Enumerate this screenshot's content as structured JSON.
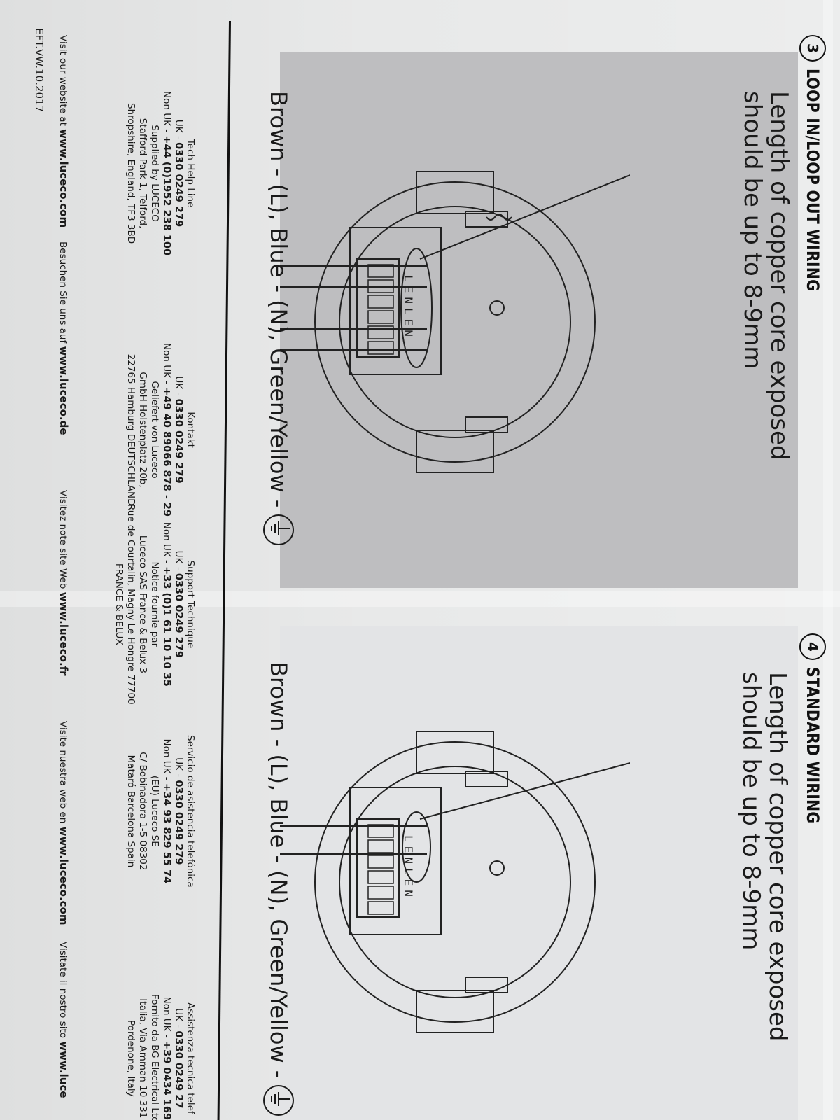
{
  "step3": {
    "number": "3",
    "title": "LOOP IN/LOOP OUT WIRING",
    "note_line1": "Length of copper core exposed",
    "note_line2": "should be up to 8-9mm",
    "wires": "Brown - (L), Blue - (N), Green/Yellow -",
    "terminal_letters": "LENLEN"
  },
  "step4": {
    "number": "4",
    "title": "STANDARD WIRING",
    "note_line1": "Length of copper core exposed",
    "note_line2": "should be up to 8-9mm",
    "wires": "Brown - (L), Blue - (N), Green/Yellow -",
    "terminal_letters": "LENLEN"
  },
  "contacts": {
    "uk": {
      "title": "Tech Help Line",
      "uk_label": "UK - ",
      "uk_phone": "0330 0249 279",
      "nonuk_label": "Non UK - ",
      "nonuk_phone": "+44 (0)1952 238 100",
      "line3": "Supplied by LUCECO",
      "line4": "Stafford Park 1, Telford,",
      "line5": "Shropshire, England, TF3 3BD",
      "web_prefix": "Visit our website at ",
      "web": "www.luceco.com"
    },
    "de": {
      "title": "Kontakt",
      "uk_label": "UK - ",
      "uk_phone": "0330 0249 279",
      "nonuk_label": "Non UK - ",
      "nonuk_phone": "+49 40 89066 878 - 29",
      "line3": "Geliefert von Luceco",
      "line4": "GmbH Holstenplatz 20b,",
      "line5": "22765 Hamburg DEUTSCHLAND",
      "web_prefix": "Besuchen Sie uns auf ",
      "web": "www.luceco.de"
    },
    "fr": {
      "title": "Support Technique",
      "uk_label": "UK - ",
      "uk_phone": "0330 0249 279",
      "nonuk_label": "Non UK - ",
      "nonuk_phone": "+33 (0)1 61 10 10 35",
      "line3": "Notice fournie par",
      "line4": "Luceco SAS France & Belux 3",
      "line5": "Rue de Courtalin, Magny Le Hongre 77700",
      "line6": "FRANCE & BELUX",
      "web_prefix": "Visitez note site Web ",
      "web": "www.luceco.fr"
    },
    "es": {
      "title": "Servicio de asistencia telefónica",
      "uk_label": "UK - ",
      "uk_phone": "0330 0249 279",
      "nonuk_label": "Non UK - ",
      "nonuk_phone": "+34 93 829 55 74",
      "line3": "(EU) Luceco SE",
      "line4": "C/ Bobinadora 1-5 08302",
      "line5": "Mataró Barcelona Spain",
      "web_prefix": "Visite nuestra web en ",
      "web": "www.luceco.com"
    },
    "it": {
      "title": "Assistenza tecnica telef",
      "uk_label": "UK - ",
      "uk_phone": "0330 0249 27",
      "nonuk_label": "Non UK - ",
      "nonuk_phone": "+39 0434 169",
      "line3": "Fornito da BG Electrical Ltd",
      "line4": "Italia, Via Amman 10 331",
      "line5": "Pordenone, Italy",
      "web_prefix": "Visitate il nostro sito ",
      "web": "www.luce"
    }
  },
  "doc_ref": "EFT.VW.10.2017"
}
